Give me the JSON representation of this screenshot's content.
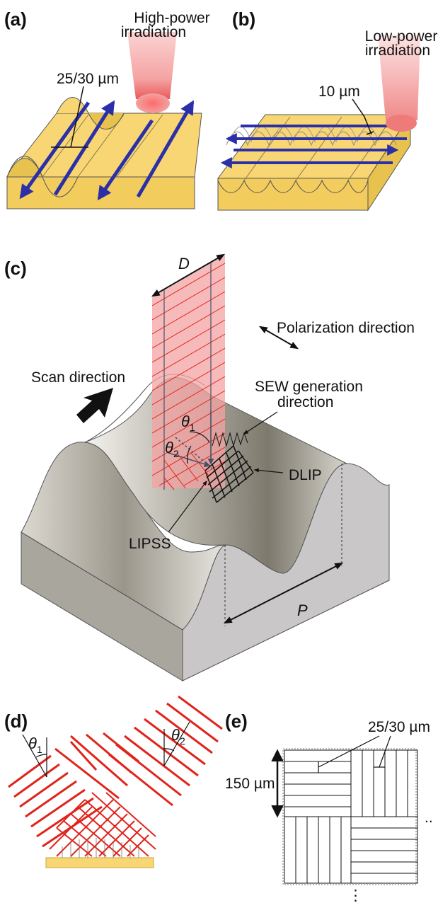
{
  "panels": {
    "a": {
      "label": "(a)",
      "irradiation_line1": "High-power",
      "irradiation_line2": "irradiation",
      "period": "25/30 µm"
    },
    "b": {
      "label": "(b)",
      "irradiation_line1": "Low-power",
      "irradiation_line2": "irradiation",
      "period": "10 µm"
    },
    "c": {
      "label": "(c)",
      "beam_width": "D",
      "polarization": "Polarization direction",
      "scan": "Scan direction",
      "sew_line1": "SEW generation",
      "sew_line2": "direction",
      "theta1": "θ",
      "theta1_sub": "1",
      "theta2": "θ",
      "theta2_sub": "2",
      "dlip": "DLIP",
      "lipss": "LIPSS",
      "period": "P"
    },
    "d": {
      "label": "(d)",
      "theta1": "θ",
      "theta1_sub": "1",
      "theta2": "θ",
      "theta2_sub": "2"
    },
    "e": {
      "label": "(e)",
      "period": "25/30 µm",
      "size": "150 µm",
      "dots_h": "..",
      "dots_v": "⋮"
    }
  },
  "colors": {
    "gold": "#f7d673",
    "gold_dark": "#e8c24e",
    "blue_arrow": "#2b2fa8",
    "beam_red": "#f08080",
    "grey_surface": "#b8b5ab",
    "red_lines": "#e0241b"
  }
}
